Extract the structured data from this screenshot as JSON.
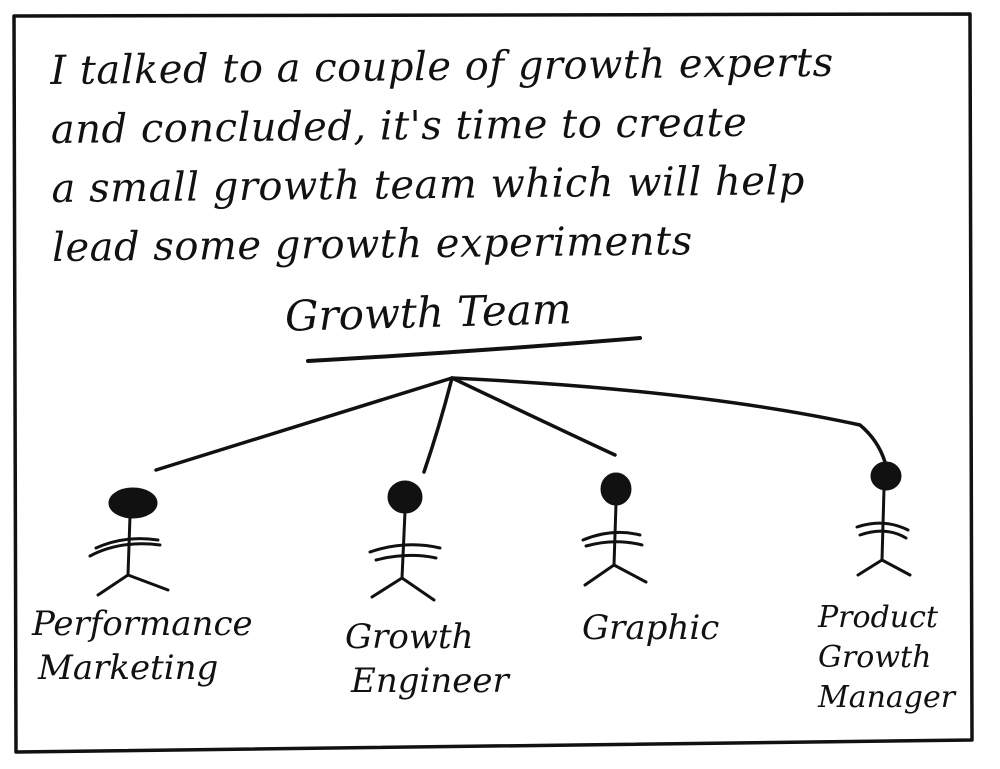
{
  "intro": {
    "lines": [
      "I talked to a couple of growth experts",
      "and concluded, it's time to create",
      "a small growth team which will help",
      "lead some growth experiments"
    ]
  },
  "team": {
    "title": "Growth Team",
    "roles": [
      {
        "lines": [
          "Performance",
          "Marketing"
        ]
      },
      {
        "lines": [
          "Growth",
          "Engineer"
        ]
      },
      {
        "lines": [
          "Graphic"
        ]
      },
      {
        "lines": [
          "Product",
          "Growth",
          "Manager"
        ]
      }
    ]
  }
}
